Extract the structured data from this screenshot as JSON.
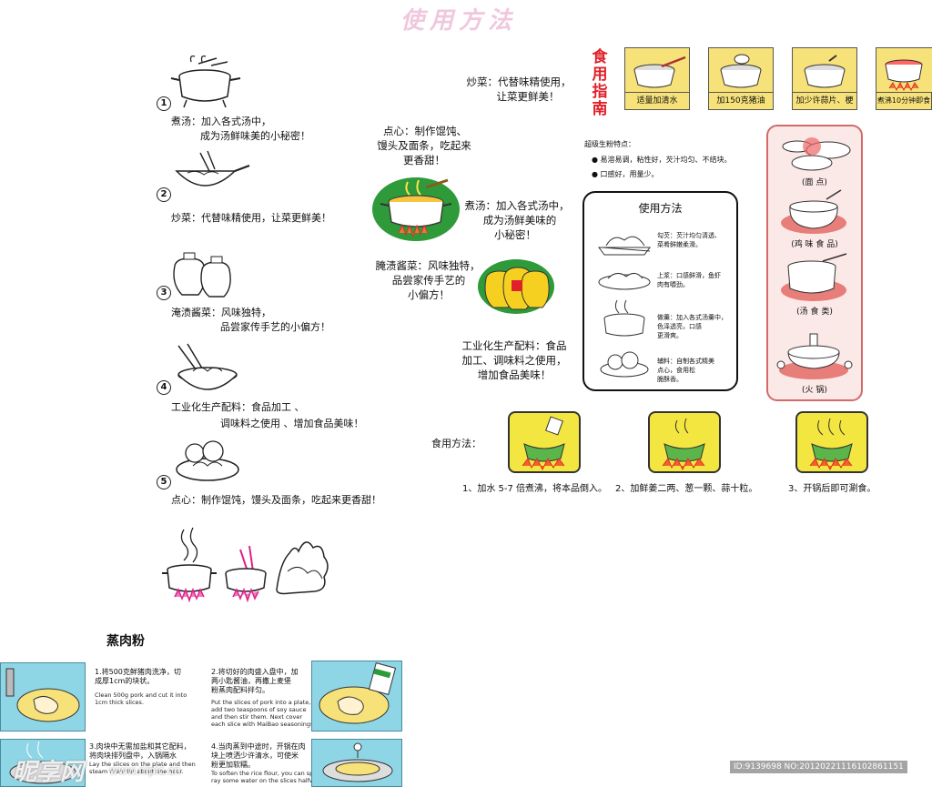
{
  "header": {
    "title": "使用方法"
  },
  "left_list": {
    "items": [
      {
        "num": "1",
        "line1": "煮汤：加入各式汤中，",
        "line2": "成为汤鲜味美的小秘密！"
      },
      {
        "num": "2",
        "line1": "炒菜：代替味精使用，让菜更鲜美！",
        "line2": ""
      },
      {
        "num": "3",
        "line1": "淹渍酱菜：风味独特，",
        "line2": "品尝家传手艺的小偏方！"
      },
      {
        "num": "4",
        "line1": "工业化生产配料：食品加工 、",
        "line2": "调味料之使用 、增加食品美味！"
      },
      {
        "num": "5",
        "line1": "点心：制作馄饨，馒头及面条，吃起来更香甜！",
        "line2": ""
      }
    ]
  },
  "middle": {
    "stir_fry": {
      "line1": "炒菜：代替味精使用，",
      "line2": "让菜更鲜美！"
    },
    "dessert": {
      "line1": "点心：制作馄饨、",
      "line2": "馒头及面条，吃起来",
      "line3": "更香甜！"
    },
    "soup": {
      "line1": "煮汤：加入各式汤中，",
      "line2": "成为汤鲜美味的",
      "line3": "小秘密！"
    },
    "pickle": {
      "line1": "腌渍酱菜：风味独特，",
      "line2": "品尝家传手艺的",
      "line3": "小偏方！"
    },
    "industrial": {
      "line1": "工业化生产配料：食品",
      "line2": "加工、调味料之使用，",
      "line3": "增加食品美味！"
    }
  },
  "guide": {
    "title": "食用指南",
    "cards": [
      "适量加清水",
      "加150克猪油",
      "加少许蒜片、梗",
      "煮沸10分钟即食"
    ]
  },
  "features": {
    "title": "超级生粉特点：",
    "bullets": [
      "易溶易调，粘性好，芡汁均匀、不结块。",
      "口感好，用量少。"
    ]
  },
  "howto_box": {
    "title": "使用方法",
    "rows": [
      {
        "l1": "勾芡：芡汁均匀清透、",
        "l2": "菜肴鲜嫩柔滑。",
        "l3": ""
      },
      {
        "l1": "上浆：口感鲜滑，鱼虾",
        "l2": "肉有嚼劲。",
        "l3": ""
      },
      {
        "l1": "做羹：加入各式汤羹中，",
        "l2": "色泽透亮，口感",
        "l3": "更滑爽。"
      },
      {
        "l1": "辅料：自制各式精美",
        "l2": "点心，食用松",
        "l3": "脆酥香。"
      }
    ]
  },
  "pink_panel": {
    "labels": [
      "(面 点)",
      "(鸡 味 食 品)",
      "(汤 食 类)",
      "(火 锅)"
    ]
  },
  "eating": {
    "label": "食用方法：",
    "steps": [
      "1、加水 5-7 倍煮沸，将本品倒入。",
      "2、加鲜姜二两、葱一颗、蒜十粒。",
      "3、开锅后即可涮食。"
    ]
  },
  "recipe": {
    "title": "蒸肉粉",
    "steps": [
      {
        "cn1": "1.将500克鲜猪肉洗净，切",
        "cn2": "成厚1cm的块状。",
        "cn3": "",
        "en1": "Clean 500g pork and cut it into",
        "en2": "1cm thick slices.",
        "en3": "",
        "en4": ""
      },
      {
        "cn1": "2.将切好的肉盛入盘中，加",
        "cn2": "两小匙酱油，再撒上麦堡",
        "cn3": "粉蒸肉配料拌匀。",
        "en1": "Put the slices of pork into a plate,",
        "en2": "add two teaspoons of soy sauce",
        "en3": "and then stir them. Next cover",
        "en4": "each slice with MaiBao seasonings."
      },
      {
        "cn1": "3.肉块中无需加盐和其它配料，",
        "cn2": "将肉块排列盘中，入锅隔水",
        "cn3": "",
        "en1": "Lay the slices on the plate and then",
        "en2": "steam them for about one hour.",
        "en3": "",
        "en4": ""
      },
      {
        "cn1": "4.当肉蒸到中途时，开锅在肉",
        "cn2": "块上喷洒少许清水，可使米",
        "cn3": "粉更加软糯。",
        "en1": "To soften the rice flour, you can sp-",
        "en2": "ray some water on the slices halfway.",
        "en3": "",
        "en4": ""
      }
    ]
  },
  "watermark": {
    "logo": "昵享网",
    "url": "www.nipic.cn",
    "id": "ID:9139698 NO:20120221116102861151"
  },
  "colors": {
    "accent_red": "#e0202a",
    "card_yellow": "#f7e27a",
    "pink_border": "#d26a6a",
    "green_bowl": "#2e9a3a"
  }
}
